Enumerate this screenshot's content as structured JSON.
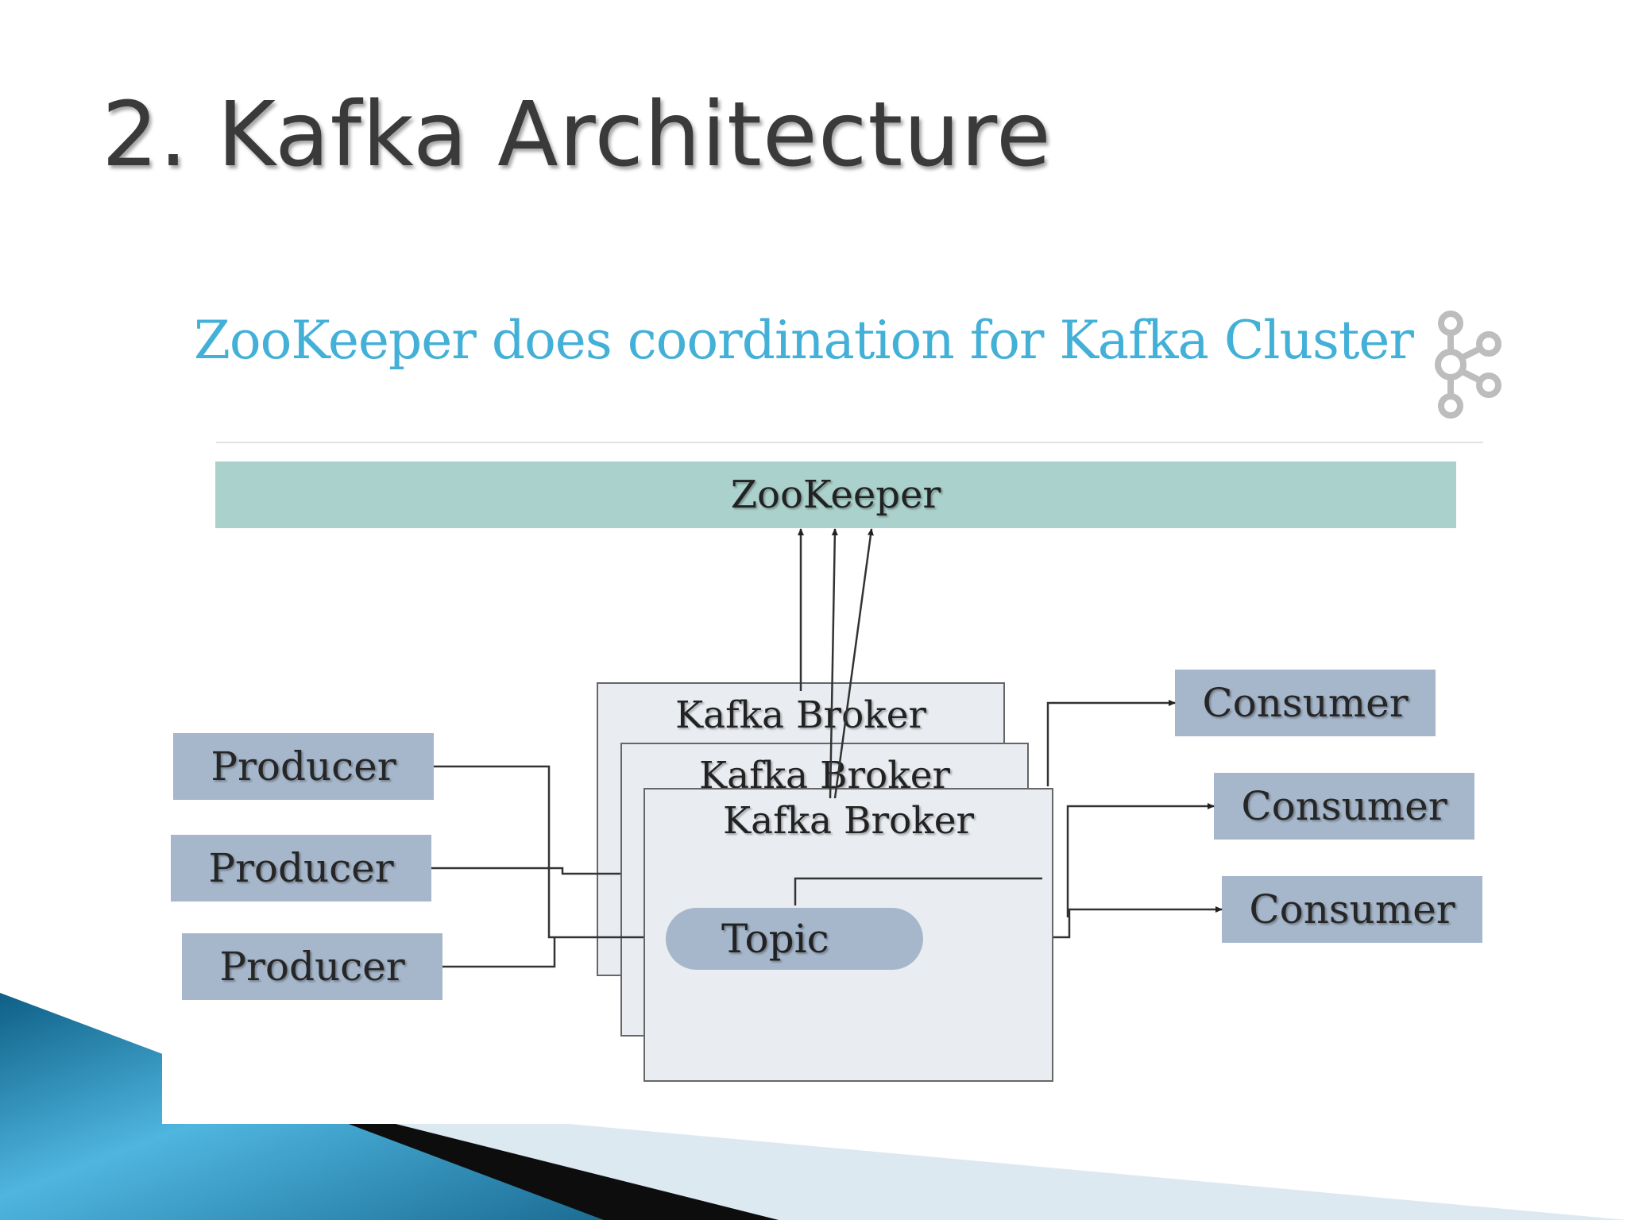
{
  "slide": {
    "title": "2. Kafka Architecture"
  },
  "figure": {
    "heading": "ZooKeeper does coordination for Kafka Cluster",
    "zookeeper_label": "ZooKeeper",
    "producers": [
      "Producer",
      "Producer",
      "Producer"
    ],
    "brokers": [
      "Kafka Broker",
      "Kafka Broker",
      "Kafka Broker"
    ],
    "topic_label": "Topic",
    "consumers": [
      "Consumer",
      "Consumer",
      "Consumer"
    ],
    "logo_icon": "kafka-logo-icon"
  },
  "colors": {
    "title_text": "#3a3a3a",
    "heading_text": "#42b0d7",
    "zookeeper_fill": "#abd1cc",
    "node_fill": "#a6b7cb",
    "broker_fill": "#e9ecf1",
    "deco_blue": "#2f9ac4",
    "deco_black": "#0d0d0d",
    "deco_light": "#dde9f0"
  }
}
